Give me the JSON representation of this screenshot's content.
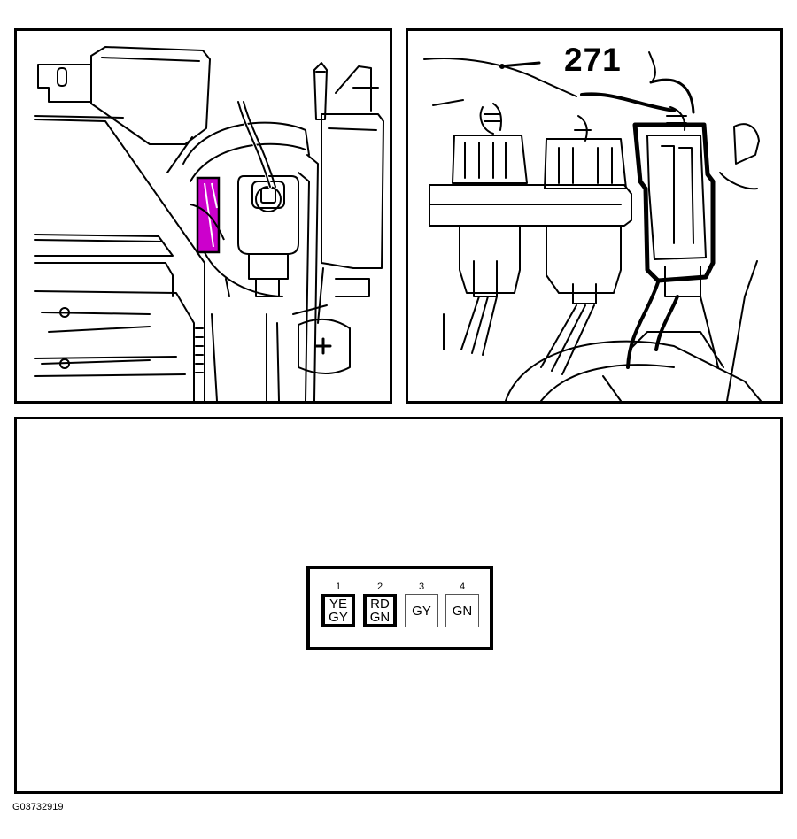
{
  "callout_number": "271",
  "connector": {
    "pins": [
      {
        "number": "1",
        "line1": "YE",
        "line2": "GY",
        "emphasized": true
      },
      {
        "number": "2",
        "line1": "RD",
        "line2": "GN",
        "emphasized": true
      },
      {
        "number": "3",
        "line1": "GY",
        "line2": "",
        "emphasized": false
      },
      {
        "number": "4",
        "line1": "GN",
        "line2": "",
        "emphasized": false
      }
    ]
  },
  "figure_id": "G03732919",
  "colors": {
    "highlight": "#cc00cc",
    "line": "#000000"
  }
}
